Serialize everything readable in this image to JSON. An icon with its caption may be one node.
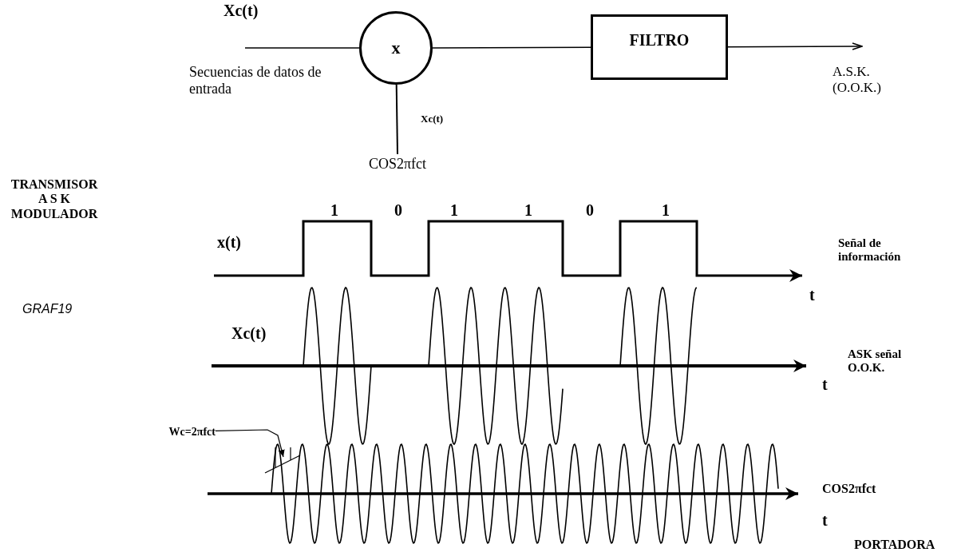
{
  "diagram": {
    "nodes": [
      {
        "text": [
          "x"
        ]
      },
      {
        "text": [
          "FILTRO"
        ]
      },
      {
        "text": [
          "Wc=2πfct"
        ]
      },
      {
        "text": [
          "COS2πfct"
        ]
      },
      {
        "text": [],
        "shape": "bar"
      }
    ],
    "edges": [
      {
        "from": null,
        "to": 0,
        "arrow": "none"
      },
      {
        "from": 0,
        "to": 1,
        "arrow": "none"
      },
      {
        "from": 1,
        "to": null,
        "arrow": "to"
      },
      {
        "from": 3,
        "to": 0,
        "arrow": "none"
      },
      {
        "from": 2,
        "to": 4,
        "arrow": "to"
      }
    ],
    "labels": [
      "Xc(t)",
      "Secuencias de datos de entrada",
      "Xc(t)",
      "A.S.K. (O.O.K.)",
      "TRANSMISOR A S K MODULADOR",
      "1",
      "0",
      "1",
      "1",
      "0",
      "1",
      "x(t)",
      "Señal de información",
      "t",
      "GRAF19",
      "Xc(t)",
      "ASK señal O.O.K.",
      "t",
      "COS2πfct",
      "t",
      "PORTADORA"
    ]
  }
}
